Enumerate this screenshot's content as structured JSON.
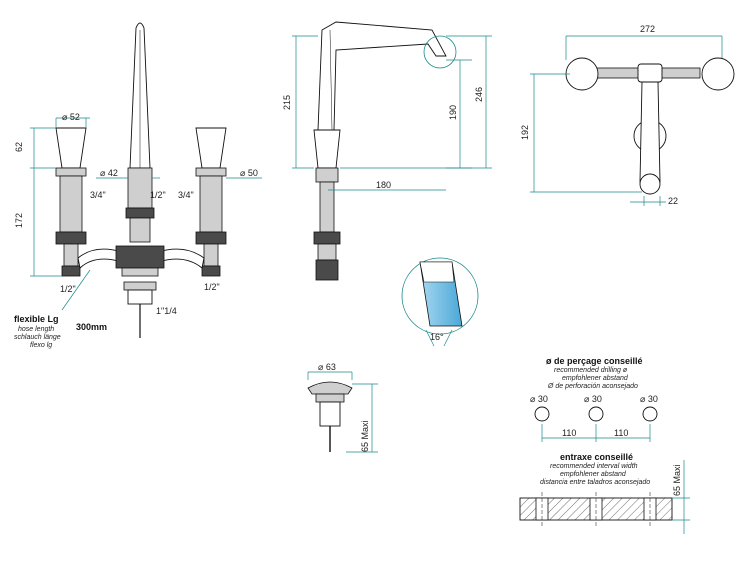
{
  "dimensions": {
    "front_top_52": "⌀ 52",
    "front_left_62": "62",
    "front_left_172": "172",
    "front_42": "⌀ 42",
    "front_50": "⌀ 50",
    "front_thread_left": "3/4\"",
    "front_thread_right": "3/4\"",
    "front_thread_mid": "1/2\"",
    "front_half_left": "1/2\"",
    "front_half_right": "1/2\"",
    "front_waste": "1\"1/4",
    "side_215": "215",
    "side_190": "190",
    "side_246": "246",
    "side_180": "180",
    "top_272": "272",
    "top_192": "192",
    "top_22": "22",
    "angle_16": "16°",
    "waste_63": "⌀ 63",
    "waste_65": "65 Maxi",
    "drill_30_a": "⌀ 30",
    "drill_30_b": "⌀ 30",
    "drill_30_c": "⌀ 30",
    "drill_110_a": "110",
    "drill_110_b": "110",
    "interval_65": "65 Maxi"
  },
  "hose": {
    "title": "flexible Lg",
    "line1": "hose length",
    "line2": "schlauch länge",
    "line3": "flexo lg",
    "length": "300mm"
  },
  "drilling": {
    "title": "ø de perçage conseillé",
    "line1": "recommended drilling ø",
    "line2": "empfohlener abstand",
    "line3": "Ø de perforación aconsejado"
  },
  "interval": {
    "title": "entraxe conseillé",
    "line1": "recommended interval width",
    "line2": "empfohlener abstand",
    "line3": "distancia entre taladros aconsejado"
  }
}
